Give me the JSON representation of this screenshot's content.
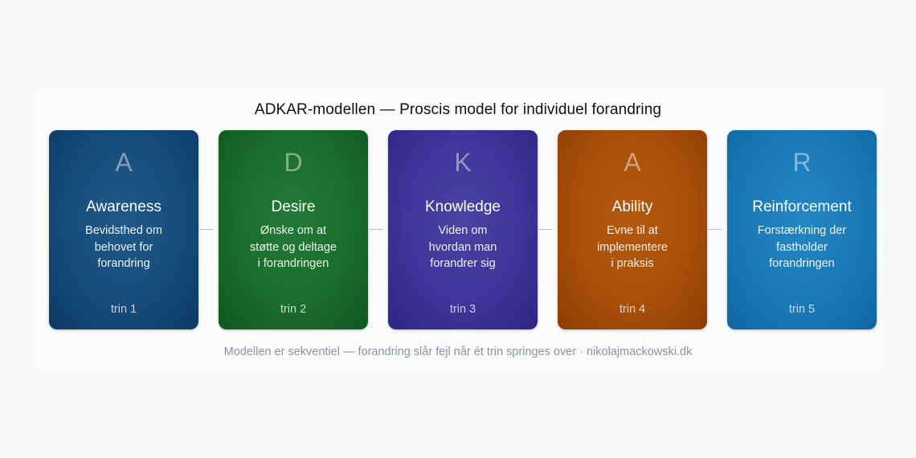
{
  "title": "ADKAR-modellen — Proscis model for individuel forandring",
  "steps": [
    {
      "letter": "A",
      "name": "Awareness",
      "description": "Bevidsthed om behovet for forandring",
      "desc_lines": [
        "Bevidsthed om",
        "behovet for",
        "forandring"
      ],
      "step": "trin 1",
      "color": "#164b7a"
    },
    {
      "letter": "D",
      "name": "Desire",
      "description": "Ønske om at støtte og deltage i forandringen",
      "desc_lines": [
        "Ønske om at",
        "støtte og deltage",
        "i forandringen"
      ],
      "step": "trin 2",
      "color": "#1b6d2c"
    },
    {
      "letter": "K",
      "name": "Knowledge",
      "description": "Viden om hvordan man forandrer sig",
      "desc_lines": [
        "Viden om",
        "hvordan man",
        "forandrer sig"
      ],
      "step": "trin 3",
      "color": "#3e3499"
    },
    {
      "letter": "A",
      "name": "Ability",
      "description": "Evne til at implementere i praksis",
      "desc_lines": [
        "Evne til at",
        "implementere",
        "i praksis"
      ],
      "step": "trin 4",
      "color": "#a84f0a"
    },
    {
      "letter": "R",
      "name": "Reinforcement",
      "description": "Forstærkning der fastholder forandringen",
      "desc_lines": [
        "Forstærkning der",
        "fastholder",
        "forandringen"
      ],
      "step": "trin 5",
      "color": "#1a79b7"
    }
  ],
  "footer": "Modellen er sekventiel — forandring slår fejl når ét trin springes over · nikolajmackowski.dk"
}
